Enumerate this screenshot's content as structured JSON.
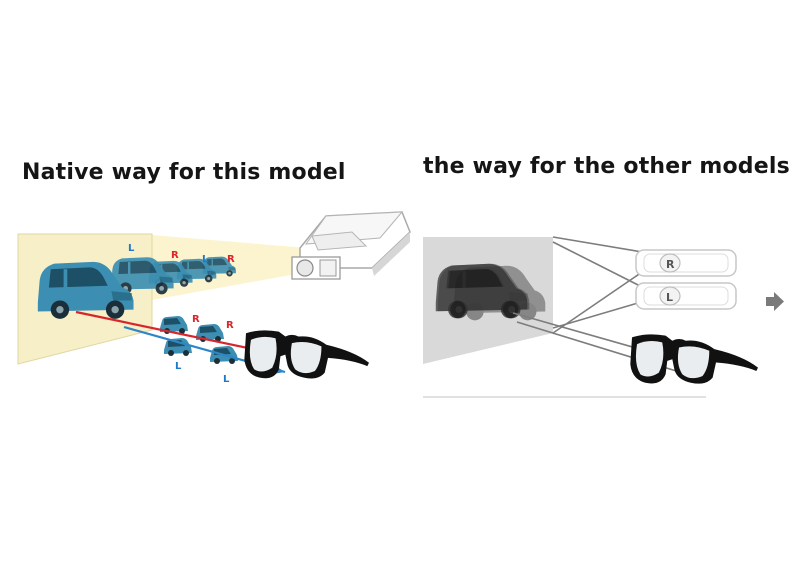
{
  "titles": {
    "left": "Native way for this model",
    "right": "the way for the other models"
  },
  "labels": {
    "left_eye": "L",
    "right_eye": "R"
  },
  "colors": {
    "screen_left": "#f6efc8",
    "beam": "#fbf4cf",
    "car_blue": "#3c8fb2",
    "label_blue": "#1f78c8",
    "label_red": "#d8262b",
    "ray_red": "#d8262b",
    "ray_blue": "#2c86c8",
    "screen_right": "#d9d9d9",
    "arrow": "#7a7a7a"
  },
  "icons": [
    "projector-icon",
    "glasses-icon",
    "car-icon",
    "arrow-right-icon"
  ]
}
